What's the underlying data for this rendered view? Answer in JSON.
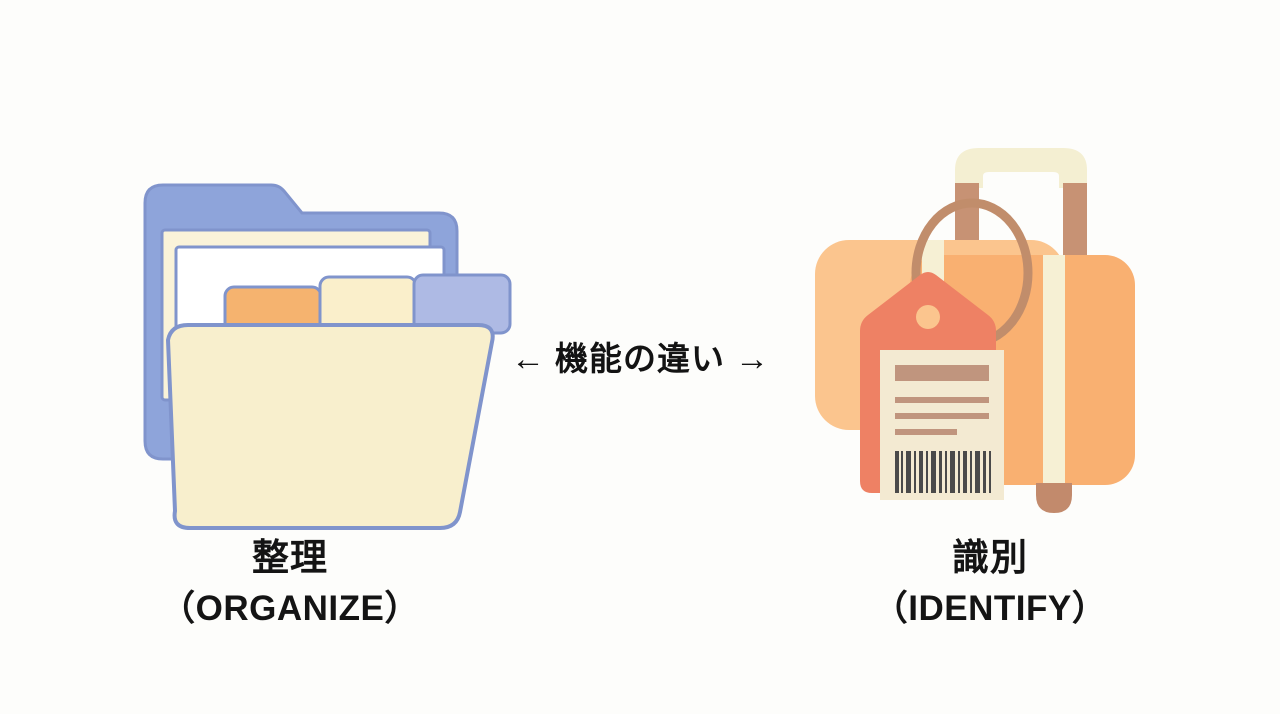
{
  "background_color": "#fdfdfb",
  "center": {
    "arrow_left": "←",
    "text": "機能の違い",
    "arrow_right": "→"
  },
  "left_panel": {
    "icon": "open-folder-icon",
    "caption_jp": "整理",
    "caption_en": "（ORGANIZE）",
    "colors": {
      "folder_back": "#8ea4da",
      "folder_outline": "#8094cc",
      "folder_front": "#f8efcd",
      "sheet_cream": "#faf3d9",
      "sheet_white": "#ffffff",
      "tab_orange": "#f5b36f",
      "tab_cream": "#faefcb",
      "tab_blue": "#aebae4"
    },
    "tabs": [
      "orange-tab",
      "cream-tab",
      "blue-tab"
    ],
    "sheets": [
      "cream-sheet",
      "white-sheet"
    ]
  },
  "right_panel": {
    "icon": "suitcase-with-luggage-tag-icon",
    "caption_jp": "識別",
    "caption_en": "（IDENTIFY）",
    "colors": {
      "case_body": "#f9b071",
      "case_back": "#fbc58e",
      "case_stripe": "#f6f0d4",
      "handle_bar": "#f4efd2",
      "handle_post": "#c79274",
      "wheel": "#c28a6c",
      "tag_body": "#ee8164",
      "tag_label": "#f3ead2",
      "tag_string": "#c18d6b",
      "label_line": "#c0957e",
      "barcode": "#4a4a4a"
    },
    "tag_label": {
      "title_bar": "title-bar",
      "text_lines": [
        "full",
        "full",
        "short"
      ],
      "barcode": "barcode"
    }
  }
}
